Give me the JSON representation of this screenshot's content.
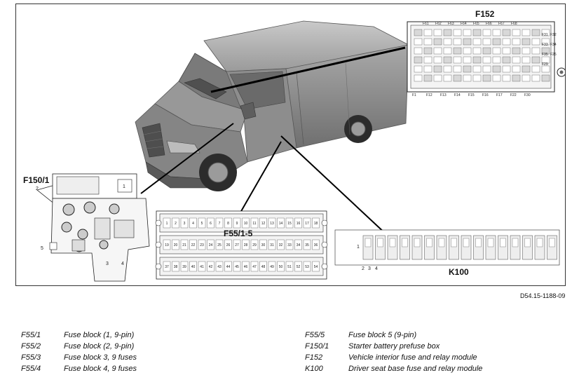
{
  "labels": {
    "f152": "F152",
    "f150_1": "F150/1",
    "f55_group": "F55/1-5",
    "k100": "K100"
  },
  "drawing_code": "D54.15-1188-09",
  "legend": {
    "left": [
      {
        "key": "F55/1",
        "desc": "Fuse block (1, 9-pin)"
      },
      {
        "key": "F55/2",
        "desc": "Fuse block (2, 9-pin)"
      },
      {
        "key": "F55/3",
        "desc": "Fuse block 3, 9 fuses"
      },
      {
        "key": "F55/4",
        "desc": "Fuse block 4, 9 fuses"
      }
    ],
    "right": [
      {
        "key": "F55/5",
        "desc": "Fuse block 5 (9-pin)"
      },
      {
        "key": "F150/1",
        "desc": "Starter battery prefuse box"
      },
      {
        "key": "F152",
        "desc": "Vehicle interior fuse and relay module"
      },
      {
        "key": "K100",
        "desc": "Driver seat base fuse and relay module"
      }
    ]
  },
  "f150_pins": [
    "1",
    "2",
    "3",
    "4",
    "5"
  ],
  "k100_pins": [
    "1",
    "2",
    "3",
    "4"
  ],
  "f152_pins": [
    "F61",
    "F62",
    "F63",
    "F64",
    "F65",
    "F66",
    "F67",
    "F68",
    "F1",
    "F12",
    "F13",
    "F14",
    "F15",
    "F16",
    "F17",
    "F22",
    "F30",
    "F31",
    "F32",
    "F33",
    "F34",
    "F35",
    "F26",
    "F29"
  ]
}
